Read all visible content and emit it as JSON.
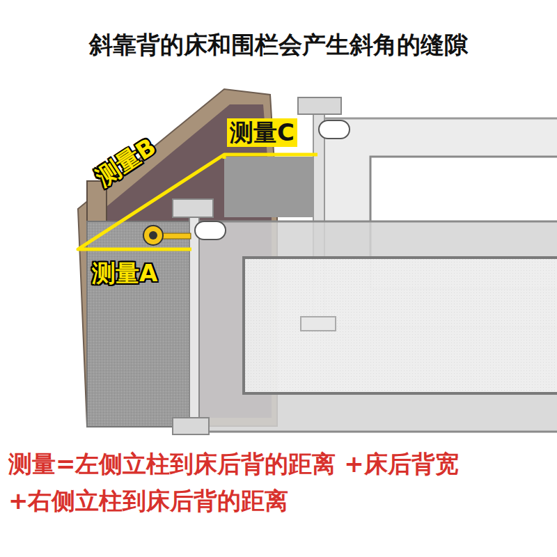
{
  "diagram": {
    "title": "斜靠背的床和围栏会产生斜角的缝隙",
    "caption": "测量=左侧立柱到床后背的距离 +床后背宽+右侧立柱到床后背的距离",
    "labels": [
      "测量C",
      "测量B",
      "测量A"
    ]
  }
}
